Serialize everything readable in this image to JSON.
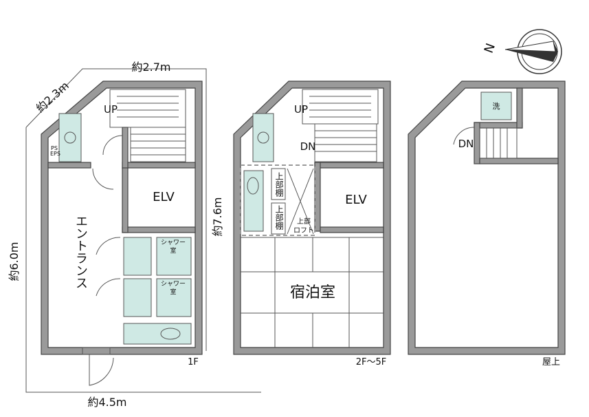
{
  "dimensions": {
    "top_width": "約2.7m",
    "diagonal": "約2.3m",
    "left_height": "約6.0m",
    "bottom_width": "約4.5m",
    "floor2_height": "約7.6m"
  },
  "floor1": {
    "label": "1F",
    "up": "UP",
    "ps_eps": "PS\nEPS",
    "elv": "ELV",
    "entrance": "エントランス",
    "shower1": "シャワー\n室",
    "shower2": "シャワー\n室"
  },
  "floor2": {
    "label": "2F～5F",
    "up": "UP",
    "dn": "DN",
    "elv": "ELV",
    "shelf1": "上部棚",
    "shelf2": "上部棚",
    "loft": "上部\nロフト",
    "room": "宿泊室"
  },
  "roof": {
    "label": "屋上",
    "dn": "DN",
    "washer": "洗"
  },
  "compass": {
    "north": "N"
  },
  "colors": {
    "wall": "#9a9a9a",
    "fixture": "#cfe9e4",
    "line": "#555555"
  }
}
